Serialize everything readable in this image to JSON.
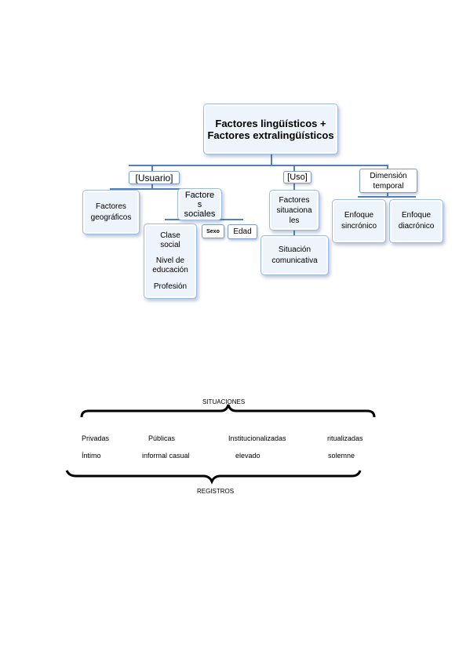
{
  "diagram": {
    "root": "Factores lingüísticos +\nFactores extralingüísticos",
    "usuario": "[Usuario]",
    "uso": "[Uso]",
    "dimension": "Dimensión\ntemporal",
    "geograficos": "Factores\ngeográficos",
    "sociales": "Factore\ns\nsociales",
    "social_items": {
      "clase": "Clase\nsocial",
      "nivel": "Nivel de\neducación",
      "profesion": "Profesión"
    },
    "sexo": "Sexo",
    "edad": "Edad",
    "situacionales": "Factores\nsituaciona\nles",
    "situacion": "Situación\ncomunicativa",
    "sincronico": "Enfoque\nsincrónico",
    "diacronico": "Enfoque\ndiacrónico"
  },
  "scale": {
    "top_label": "SITUACIONES",
    "bottom_label": "REGISTROS",
    "situaciones": [
      "Privadas",
      "Públicas",
      "Institucionalizadas",
      "ritualizadas"
    ],
    "registros": [
      "Íntimo",
      "informal casual",
      "elevado",
      "solemne"
    ]
  },
  "colors": {
    "connector": "#4f81bd",
    "box_fill": "#eef4fb",
    "box_border": "#9dbbe0"
  }
}
